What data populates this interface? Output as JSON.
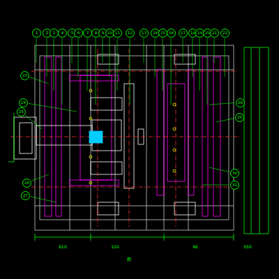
{
  "diagram": {
    "labels": [
      "1",
      "2",
      "3",
      "4",
      "5",
      "6",
      "7",
      "8",
      "9",
      "10",
      "11",
      "12",
      "13",
      "14",
      "15",
      "16",
      "17",
      "18",
      "19",
      "20",
      "21",
      "22",
      "23",
      "24",
      "25",
      "26",
      "27",
      "28",
      "29",
      "30",
      "31",
      "610",
      "120",
      "96",
      "550",
      "图"
    ]
  }
}
